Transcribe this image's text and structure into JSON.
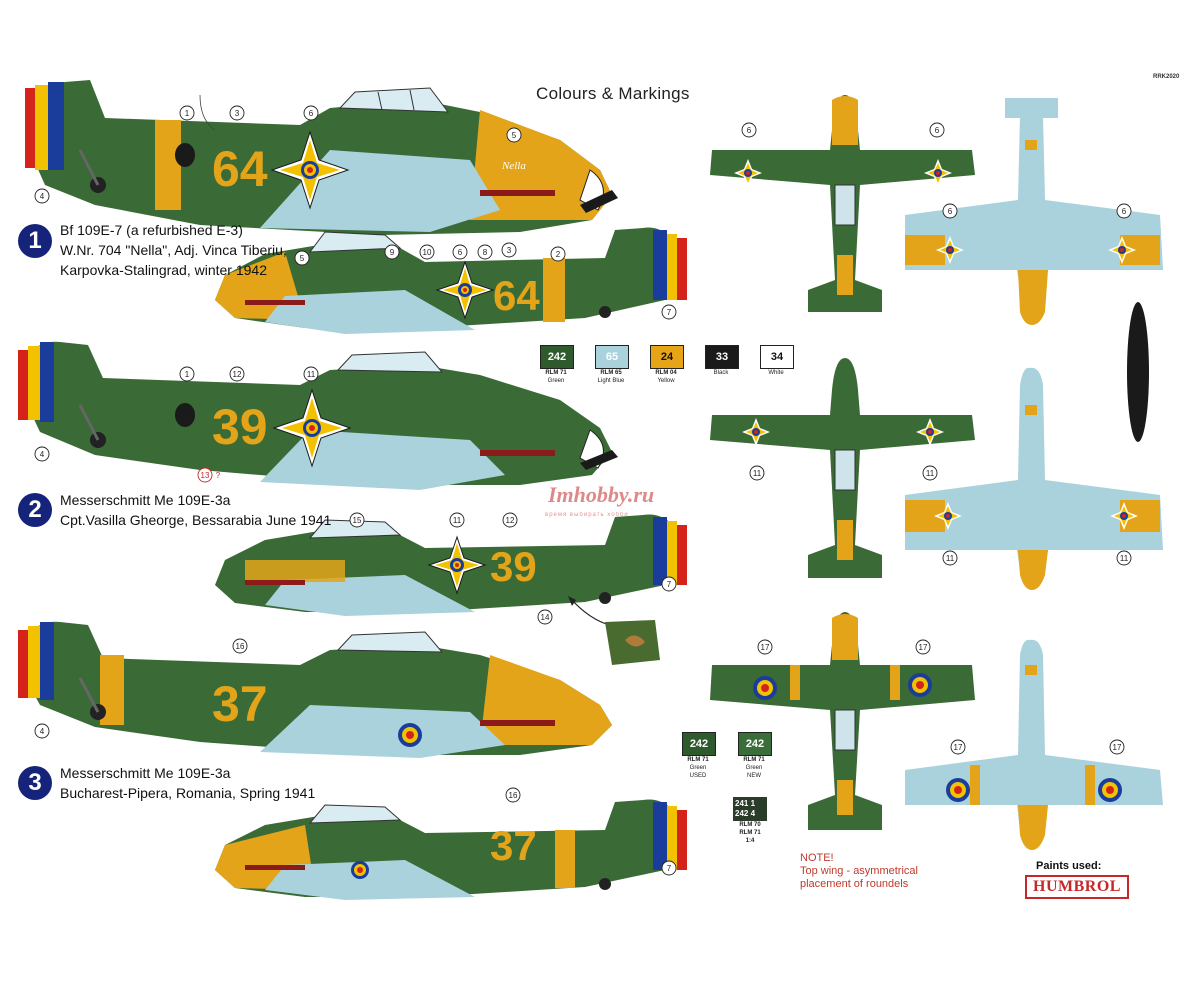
{
  "header": {
    "title": "Colours & Markings",
    "code": "RRK2020"
  },
  "schemes": [
    {
      "number": "1",
      "line1": "Bf 109E-7 (a refurbished E-3)",
      "line2": "W.Nr. 704 \"Nella\", Adj. Vinca Tiberiu,",
      "line3": "Karpovka-Stalingrad, winter 1942",
      "aircraft_code": "64",
      "nose_name": "Nella"
    },
    {
      "number": "2",
      "line1": "Messerschmitt Me 109E-3a",
      "line2": "Cpt.Vasilla Gheorge, Bessarabia June 1941",
      "line3": "",
      "aircraft_code": "39"
    },
    {
      "number": "3",
      "line1": "Messerschmitt Me 109E-3a",
      "line2": "Bucharest-Pipera, Romania, Spring 1941",
      "line3": "",
      "aircraft_code": "37"
    }
  ],
  "palette": [
    {
      "code": "242",
      "name1": "RLM 71",
      "name2": "Green",
      "color": "#2f5a2e",
      "text": "#ffffff"
    },
    {
      "code": "65",
      "name1": "RLM 65",
      "name2": "Light Blue",
      "color": "#a9d2dd",
      "text": "#ffffff"
    },
    {
      "code": "24",
      "name1": "RLM 04",
      "name2": "Yellow",
      "color": "#e6a417",
      "text": "#111111"
    },
    {
      "code": "33",
      "name1": "",
      "name2": "Black",
      "color": "#1a1a1a",
      "text": "#ffffff"
    },
    {
      "code": "34",
      "name1": "",
      "name2": "White",
      "color": "#ffffff",
      "text": "#111111"
    }
  ],
  "palette2": [
    {
      "code": "242",
      "name1": "RLM 71",
      "name2": "Green",
      "name3": "USED",
      "color": "#2f5a2e"
    },
    {
      "code": "242",
      "name1": "RLM 71",
      "name2": "Green",
      "name3": "NEW",
      "color": "#3b6d3a"
    }
  ],
  "mix": {
    "row1": "241  1",
    "row2": "242  4",
    "label1": "RLM 70",
    "label2": "RLM 71",
    "label3": "1:4"
  },
  "note": {
    "title": "NOTE!",
    "line1": "Top wing - asymmetrical",
    "line2": "placement of roundels"
  },
  "paints_used": "Paints used:",
  "brand": "HUMBROL",
  "watermark": {
    "main": "Imhobby.ru",
    "sub": "время выбирать хобби"
  },
  "callouts": {
    "s1_side_a": [
      "1",
      "3",
      "6",
      "5",
      "4"
    ],
    "s1_side_b": [
      "5",
      "9",
      "10",
      "6",
      "8",
      "3",
      "2",
      "7"
    ],
    "s1_plan": [
      "6",
      "6",
      "6",
      "6"
    ],
    "s2_side_a": [
      "1",
      "12",
      "11",
      "4",
      "13",
      "?"
    ],
    "s2_side_b": [
      "15",
      "11",
      "12",
      "14",
      "7"
    ],
    "s2_plan": [
      "11",
      "11",
      "11",
      "11"
    ],
    "s3_side_a": [
      "16",
      "4"
    ],
    "s3_side_b": [
      "16",
      "7"
    ],
    "s3_plan": [
      "17",
      "17",
      "17",
      "17"
    ]
  },
  "colors": {
    "green": "#3a6a35",
    "green_dark": "#2f5a2e",
    "yellow": "#e3a41a",
    "light_blue": "#a9d2dd",
    "ro_blue": "#1a3d9c",
    "ro_yellow": "#f2c200",
    "ro_red": "#d4231b"
  }
}
